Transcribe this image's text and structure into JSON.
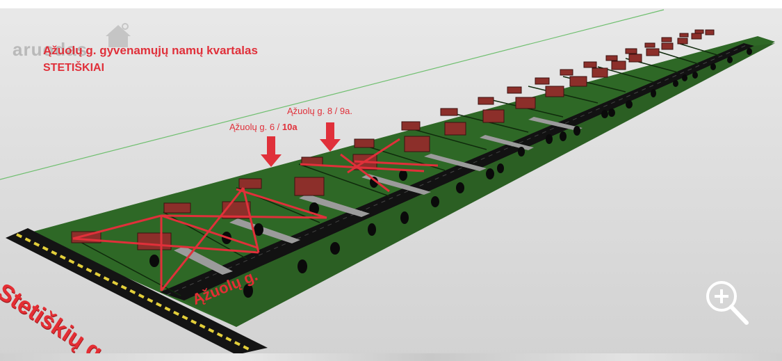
{
  "header": {
    "logo_text": "aruodas",
    "title_line1": "Ąžuolų g. gyvenamųjų namų kvartalas",
    "title_line2": "STETIŠKIAI"
  },
  "labels": {
    "plot_a": "Ąžuolų g. 6 / ",
    "plot_a_bold": "10a",
    "plot_b": "Ąžuolų g. 8 / 9a."
  },
  "streets": {
    "main": "Stetiškių g.",
    "inner": "Ąžuolų g."
  },
  "icons": {
    "zoom": "zoom-in-icon",
    "logo": "house-logo-icon",
    "arrow": "down-arrow-icon"
  },
  "colors": {
    "accent_red": "#e0303a",
    "grass": "#2f6a26",
    "road": "#1a1a1a"
  }
}
